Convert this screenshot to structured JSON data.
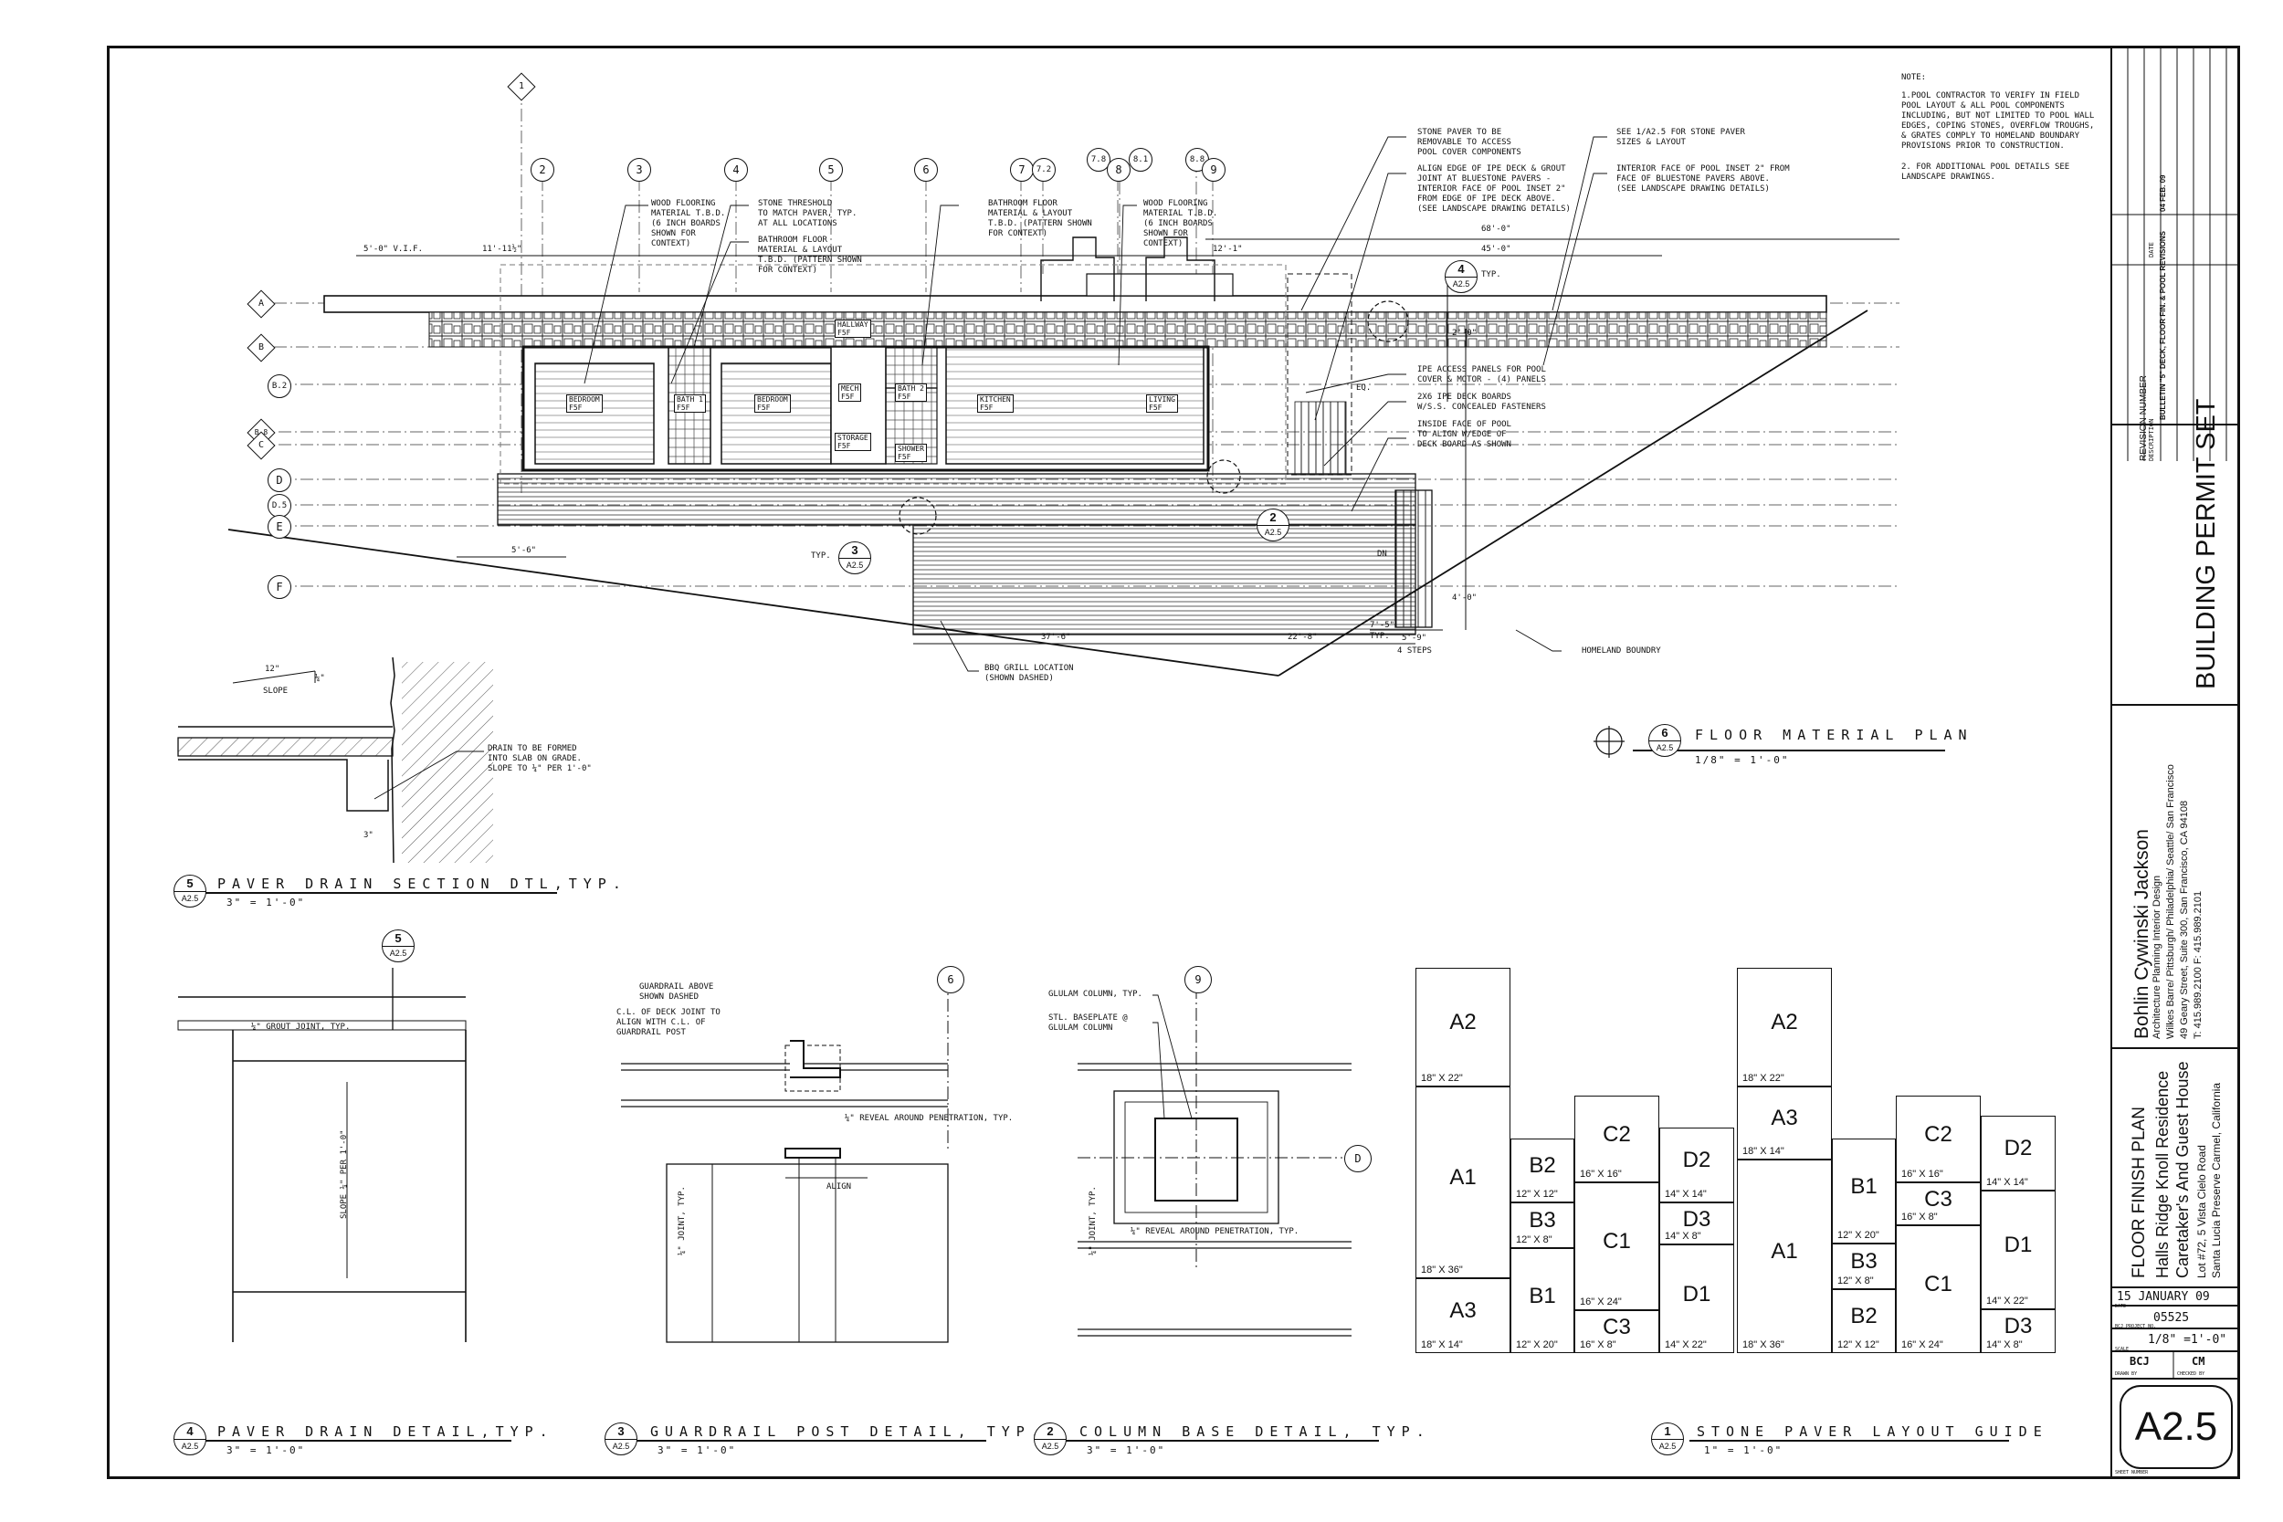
{
  "sheet": {
    "title_block": {
      "revision_header": {
        "number": "REVISION NUMBER",
        "description": "DESCRIPTION",
        "date": "DATE"
      },
      "revision_1": {
        "description": "BULLETIN \"5\" DECK, FLOOR FIN. & POOL REVISIONS",
        "date": "04 FEB. 09"
      },
      "set_name": "BUILDING PERMIT SET",
      "firm": {
        "name": "Bohlin Cywinski Jackson",
        "services": "Architecture Planning Interior Design",
        "offices": "Wilkes Barre/ Pittsburgh/ Philadelphia/ Seattle/ San Francisco",
        "address": "49 Geary Street, Suite 300, San Francisco, CA 94108",
        "phone": "T: 415.989.2100   F: 415.989.2101"
      },
      "project": {
        "sheet_title": "FLOOR FINISH PLAN",
        "name_line1": "Halls Ridge Knoll Residence",
        "name_line2": "Caretaker's And Guest House",
        "lot": "Lot #72, 5 Vista Cielo Road",
        "location": "Santa Lucia Preserve Carmel, California"
      },
      "date": "15 JANUARY 09",
      "date_label": "DATE",
      "project_no": "05525",
      "project_no_label": "BCJ PROJECT NO.",
      "scale": "1/8\" =1'-0\"",
      "scale_label": "SCALE",
      "drawn_by": "BCJ",
      "drawn_by_label": "DRAWN BY",
      "checked_by": "CM",
      "checked_by_label": "CHECKED BY",
      "sheet_number": "A2.5",
      "sheet_number_label": "SHEET NUMBER"
    },
    "note": {
      "heading": "NOTE:",
      "items": [
        "1.POOL CONTRACTOR TO VERIFY IN FIELD\nPOOL LAYOUT & ALL POOL COMPONENTS\nINCLUDING, BUT NOT LIMITED TO POOL WALL\nEDGES, COPING STONES, OVERFLOW TROUGHS,\n& GRATES COMPLY TO HOMELAND BOUNDARY\nPROVISIONS PRIOR TO CONSTRUCTION.",
        "2. FOR ADDITIONAL POOL DETAILS SEE\nLANDSCAPE DRAWINGS."
      ]
    },
    "drawings": {
      "floor_plan": {
        "num": "6",
        "sheet": "A2.5",
        "title": "FLOOR MATERIAL PLAN",
        "scale": "1/8\" = 1'-0\""
      },
      "paver_drain_section": {
        "num": "5",
        "sheet": "A2.5",
        "title": "PAVER DRAIN SECTION DTL,TYP.",
        "scale": "3\" = 1'-0\""
      },
      "paver_drain_detail": {
        "num": "4",
        "sheet": "A2.5",
        "title": "PAVER DRAIN DETAIL,TYP.",
        "scale": "3\" = 1'-0\""
      },
      "guardrail": {
        "num": "3",
        "sheet": "A2.5",
        "title": "GUARDRAIL POST DETAIL, TYP.",
        "scale": "3\" = 1'-0\""
      },
      "column_base": {
        "num": "2",
        "sheet": "A2.5",
        "title": "COLUMN BASE DETAIL, TYP.",
        "scale": "3\" = 1'-0\""
      },
      "stone_paver": {
        "num": "1",
        "sheet": "A2.5",
        "title": "STONE PAVER LAYOUT GUIDE",
        "scale": "1\" = 1'-0\""
      }
    },
    "plan": {
      "grid_columns": [
        "2",
        "3",
        "4",
        "5",
        "6",
        "7",
        "7.2",
        "7.8",
        "8",
        "8.1",
        "8.8",
        "9"
      ],
      "grid_rows": [
        "A",
        "B",
        "B.2",
        "B.8",
        "C",
        "D",
        "D.5",
        "E",
        "F"
      ],
      "top_grid_marker": "1",
      "rooms": [
        {
          "name": "BEDROOM",
          "tag": "F5F"
        },
        {
          "name": "BATH 1",
          "tag": "F5F"
        },
        {
          "name": "BEDROOM",
          "tag": "F5F"
        },
        {
          "name": "HALLWAY",
          "tag": "F5F"
        },
        {
          "name": "MECH",
          "tag": "F5F"
        },
        {
          "name": "BATH 2",
          "tag": "F5F"
        },
        {
          "name": "STORAGE",
          "tag": "F5F"
        },
        {
          "name": "SHOWER",
          "tag": "F5F"
        },
        {
          "name": "KITCHEN",
          "tag": "F5F"
        },
        {
          "name": "LIVING",
          "tag": "F5F"
        }
      ],
      "notes": [
        "WOOD FLOORING\nMATERIAL T.B.D.\n(6 INCH BOARDS\nSHOWN FOR\nCONTEXT)",
        "STONE THRESHOLD\nTO MATCH PAVER, TYP.\nAT ALL LOCATIONS",
        "BATHROOM FLOOR\nMATERIAL & LAYOUT\nT.B.D. (PATTERN SHOWN\nFOR CONTEXT)",
        "BATHROOM FLOOR\nMATERIAL & LAYOUT\nT.B.D. (PATTERN SHOWN\nFOR CONTEXT)",
        "WOOD FLOORING\nMATERIAL T.B.D.\n(6 INCH BOARDS\nSHOWN FOR\nCONTEXT)",
        "STONE PAVER TO BE\nREMOVABLE TO ACCESS\nPOOL COVER COMPONENTS",
        "ALIGN EDGE OF IPE DECK & GROUT\nJOINT AT BLUESTONE PAVERS -\nINTERIOR FACE OF POOL INSET 2\"\nFROM EDGE OF IPE DECK ABOVE.\n(SEE LANDSCAPE DRAWING DETAILS)",
        "SEE 1/A2.5 FOR STONE PAVER\nSIZES & LAYOUT",
        "INTERIOR FACE OF POOL INSET 2\" FROM\nFACE OF BLUESTONE PAVERS ABOVE.\n(SEE LANDSCAPE DRAWING DETAILS)",
        "IPE ACCESS PANELS FOR POOL\nCOVER & MOTOR - (4) PANELS",
        "2X6 IPE DECK BOARDS\nW/S.S. CONCEALED FASTENERS",
        "INSIDE FACE OF POOL\nTO ALIGN W/EDGE OF\nDECK BOARD AS SHOWN",
        "BBQ GRILL LOCATION\n(SHOWN DASHED)",
        "HOMELAND BOUNDRY"
      ],
      "dims": {
        "vif": "5'-0\" V.I.F.",
        "d1": "11'-11½\"",
        "d68": "68'-0\"",
        "d45": "45'-0\"",
        "d12": "12'-1\"",
        "d37": "37'-6\"",
        "d22": "22'-8\"",
        "d5_9": "5'-9\"",
        "d7_5": "7'-5\"",
        "typ": "TYP.",
        "steps": "4 STEPS",
        "d5_6": "5'-6\"",
        "d4_0": "4'-0\"",
        "d2_0": "2'-0\"",
        "eq": "EQ.",
        "dn": "DN"
      },
      "callouts": [
        {
          "num": "4",
          "sheet": "A2.5",
          "label": "TYP."
        },
        {
          "num": "3",
          "sheet": "A2.5",
          "label": "TYP."
        },
        {
          "num": "2",
          "sheet": "A2.5",
          "label": "TYP."
        }
      ]
    },
    "details": {
      "paver_drain_section": {
        "slope": "SLOPE",
        "rise": "12\"",
        "run": "¼\"",
        "note": "DRAIN TO BE FORMED\nINTO SLAB ON GRADE.\nSLOPE TO ¼\" PER 1'-0\"",
        "dim": "3\""
      },
      "paver_drain_detail": {
        "grout": "¼\" GROUT JOINT, TYP.",
        "slope": "SLOPE ¼\" PER 1'-0\"",
        "marker_num": "5",
        "marker_sheet": "A2.5"
      },
      "guardrail": {
        "grid": "6",
        "note1": "GUARDRAIL ABOVE\nSHOWN DASHED",
        "note2": "C.L. OF DECK JOINT TO\nALIGN WITH C.L. OF\nGUARDRAIL POST",
        "reveal": "¼\" REVEAL AROUND PENETRATION, TYP.",
        "align": "ALIGN",
        "joint": "¼\" JOINT, TYP."
      },
      "column_base": {
        "grid_top": "9",
        "grid_side": "D",
        "note1": "GLULAM COLUMN, TYP.",
        "note2": "STL. BASEPLATE @\nGLULAM COLUMN",
        "reveal": "¼\" REVEAL AROUND PENETRATION, TYP.",
        "joint": "¼\" JOINT, TYP."
      }
    },
    "paver_guide": {
      "cells": [
        {
          "label": "A2",
          "size": "18\" X 22\""
        },
        {
          "label": "A1",
          "size": "18\" X 36\""
        },
        {
          "label": "A3",
          "size": "18\" X 14\""
        },
        {
          "label": "B2",
          "size": "12\" X 12\""
        },
        {
          "label": "B3",
          "size": "12\" X 8\""
        },
        {
          "label": "B1",
          "size": "12\" X 20\""
        },
        {
          "label": "C2",
          "size": "16\" X 16\""
        },
        {
          "label": "C1",
          "size": "16\" X 24\""
        },
        {
          "label": "C3",
          "size": "16\" X 8\""
        },
        {
          "label": "D2",
          "size": "14\" X 14\""
        },
        {
          "label": "D3",
          "size": "14\" X 8\""
        },
        {
          "label": "D1",
          "size": "14\" X 22\""
        },
        {
          "label": "A2",
          "size": "18\" X 22\""
        },
        {
          "label": "A3",
          "size": "18\" X 14\""
        },
        {
          "label": "A1",
          "size": "18\" X 36\""
        },
        {
          "label": "B1",
          "size": "12\" X 20\""
        },
        {
          "label": "B3",
          "size": "12\" X 8\""
        },
        {
          "label": "B2",
          "size": "12\" X 12\""
        },
        {
          "label": "C2",
          "size": "16\" X 16\""
        },
        {
          "label": "C3",
          "size": "16\" X 8\""
        },
        {
          "label": "C1",
          "size": "16\" X 24\""
        },
        {
          "label": "D2",
          "size": "14\" X 14\""
        },
        {
          "label": "D1",
          "size": "14\" X 22\""
        },
        {
          "label": "D3",
          "size": "14\" X 8\""
        }
      ]
    }
  }
}
